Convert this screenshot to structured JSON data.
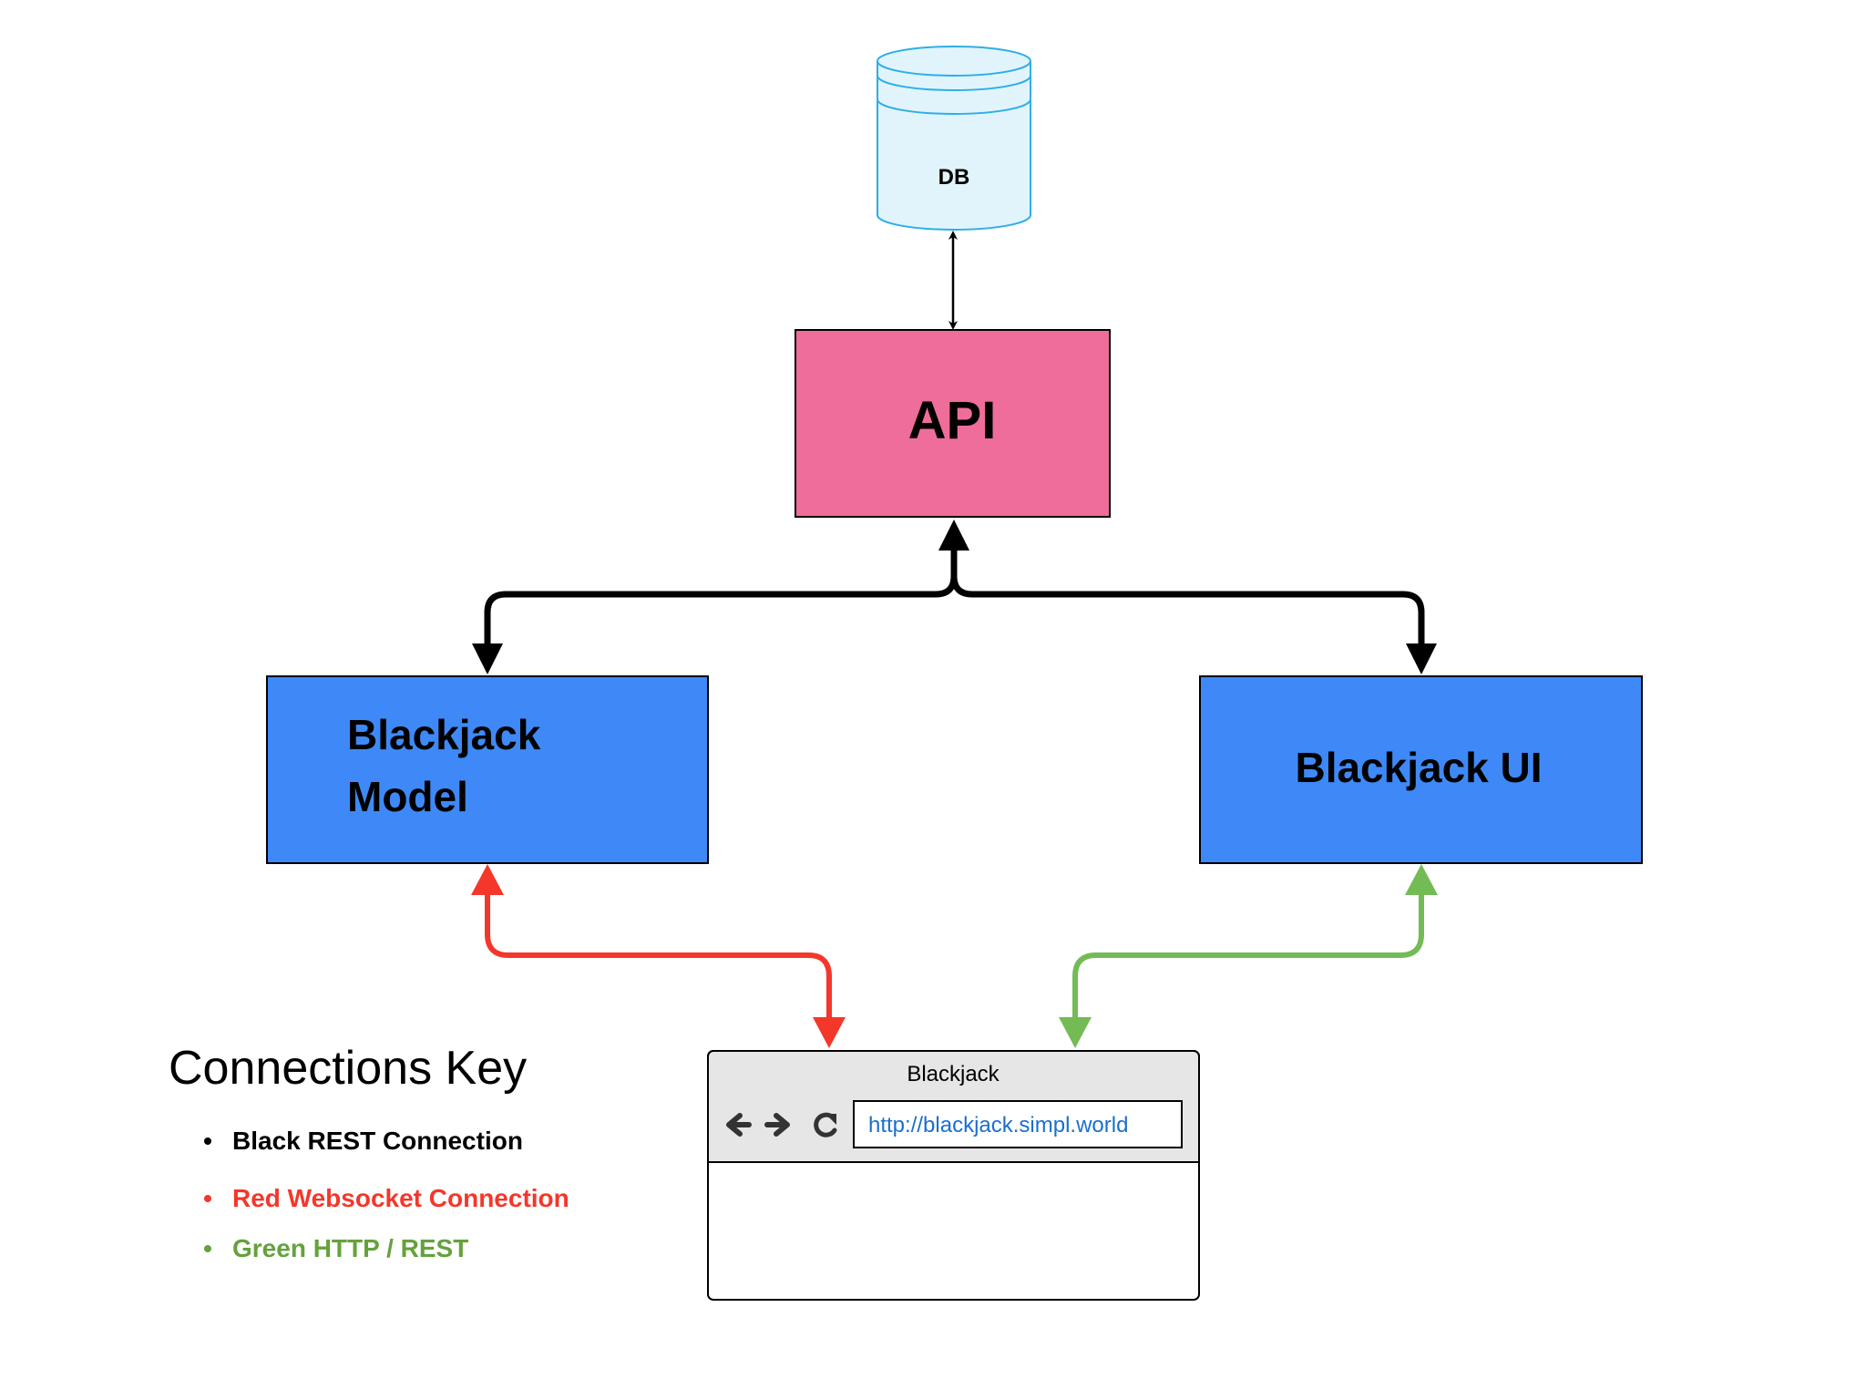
{
  "diagram": {
    "nodes": {
      "db": {
        "label": "DB"
      },
      "api": {
        "label": "API"
      },
      "model": {
        "label_line1": "Blackjack",
        "label_line2": "Model"
      },
      "ui": {
        "label": "Blackjack UI"
      }
    },
    "browser": {
      "title": "Blackjack",
      "url": "http://blackjack.simpl.world",
      "icons": [
        "arrow-left-icon",
        "arrow-right-icon",
        "refresh-icon"
      ]
    },
    "edges": [
      {
        "from": "DB",
        "to": "API",
        "kind": "black",
        "bidirectional": true
      },
      {
        "from": "API",
        "to": "Blackjack Model",
        "kind": "black",
        "bidirectional": true
      },
      {
        "from": "API",
        "to": "Blackjack UI",
        "kind": "black",
        "bidirectional": true
      },
      {
        "from": "Blackjack Model",
        "to": "Blackjack",
        "kind": "red",
        "bidirectional": true
      },
      {
        "from": "Blackjack UI",
        "to": "Blackjack",
        "kind": "green",
        "bidirectional": true
      }
    ]
  },
  "key": {
    "title": "Connections Key",
    "items": [
      {
        "label": "Black REST Connection",
        "color": "#000000"
      },
      {
        "label": "Red Websocket Connection",
        "color": "#f4372b"
      },
      {
        "label": "Green HTTP / REST",
        "color": "#64a23c"
      }
    ]
  },
  "colors": {
    "db_fill": "#e1f4fc",
    "db_stroke": "#2eaee6",
    "api_fill": "#ef6d9b",
    "blue_fill": "#3e89f7",
    "black_line": "#000000",
    "red_line": "#f4372b",
    "green_line": "#73bb55",
    "url_color": "#1a6fd0",
    "browser_header": "#e6e6e6"
  }
}
